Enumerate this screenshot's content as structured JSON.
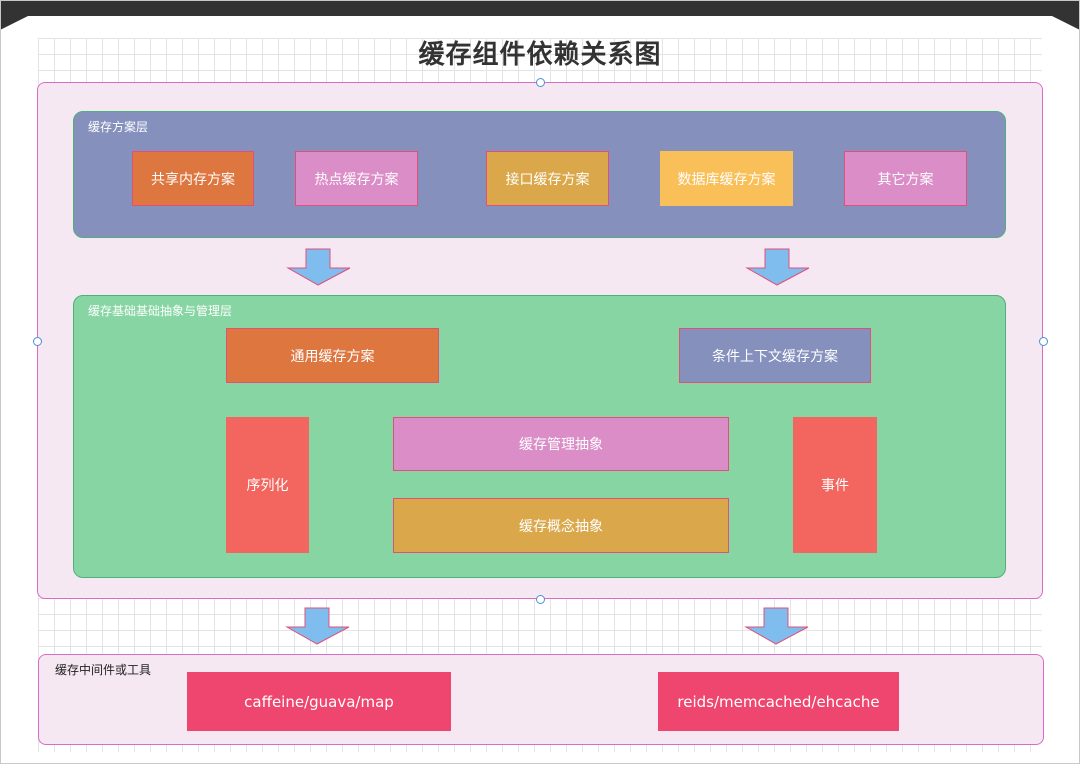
{
  "title": "缓存组件依赖关系图",
  "colors": {
    "outer_bg": "#f6e8f2",
    "cache_layer_bg": "#8590bd",
    "abstraction_layer_bg": "#86d5a3",
    "orange": "#de7640",
    "pink": "#db8dc8",
    "gold": "#daa84a",
    "yellow": "#f9c05a",
    "salmon": "#f2665f",
    "slate": "#8590bd",
    "red_tool": "#ef466f",
    "arrow": "#7fbdee"
  },
  "cache_scheme_layer": {
    "label": "缓存方案层",
    "items": [
      "共享内存方案",
      "热点缓存方案",
      "接口缓存方案",
      "数据库缓存方案",
      "其它方案"
    ]
  },
  "abstraction_layer": {
    "label": "缓存基础基础抽象与管理层",
    "generic_scheme": "通用缓存方案",
    "conditional_scheme": "条件上下文缓存方案",
    "serialization": "序列化",
    "management_abstraction": "缓存管理抽象",
    "concept_abstraction": "缓存概念抽象",
    "event": "事件"
  },
  "middleware_layer": {
    "label": "缓存中间件或工具",
    "local_tools": "caffeine/guava/map",
    "remote_tools": "reids/memcached/ehcache"
  }
}
